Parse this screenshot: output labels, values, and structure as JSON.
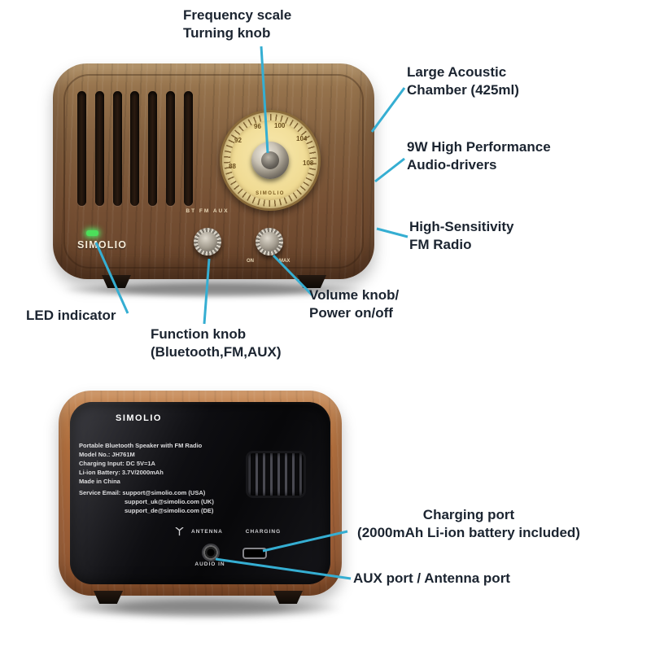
{
  "front": {
    "brand": "SIMOLIO",
    "dial": {
      "numbers": [
        "88",
        "92",
        "96",
        "100",
        "104",
        "108"
      ],
      "brand": "SIMOLIO"
    },
    "function_marks": "BT FM AUX",
    "volume_min": "ON",
    "volume_max": "MAX"
  },
  "back": {
    "brand": "SIMOLIO",
    "info": [
      "Portable Bluetooth Speaker with FM Radio",
      "Model No.: JH761M",
      "Charging Input: DC 5V=1A",
      "Li-ion Battery: 3.7V/2000mAh",
      "Made in China"
    ],
    "service": [
      "Service Email: support@simolio.com (USA)",
      "support_uk@simolio.com (UK)",
      "support_de@simolio.com (DE)"
    ],
    "ports": {
      "antenna": "ANTENNA",
      "charging": "CHARGING",
      "audio_in": "AUDIO IN"
    }
  },
  "callouts": {
    "frequency": "Frequency scale\nTurning knob",
    "acoustic": "Large Acoustic\nChamber (425ml)",
    "drivers": "9W High Performance\nAudio-drivers",
    "fm": "High-Sensitivity\nFM Radio",
    "led": "LED indicator",
    "function": "Function knob\n(Bluetooth,FM,AUX)",
    "volume": "Volume knob/\nPower on/off",
    "charging": "Charging port\n(2000mAh Li-ion battery included)",
    "aux": "AUX port / Antenna port"
  },
  "colors": {
    "accent_line": "#35aed2",
    "label_text": "#1b2430",
    "led_green": "#4ce05a"
  }
}
